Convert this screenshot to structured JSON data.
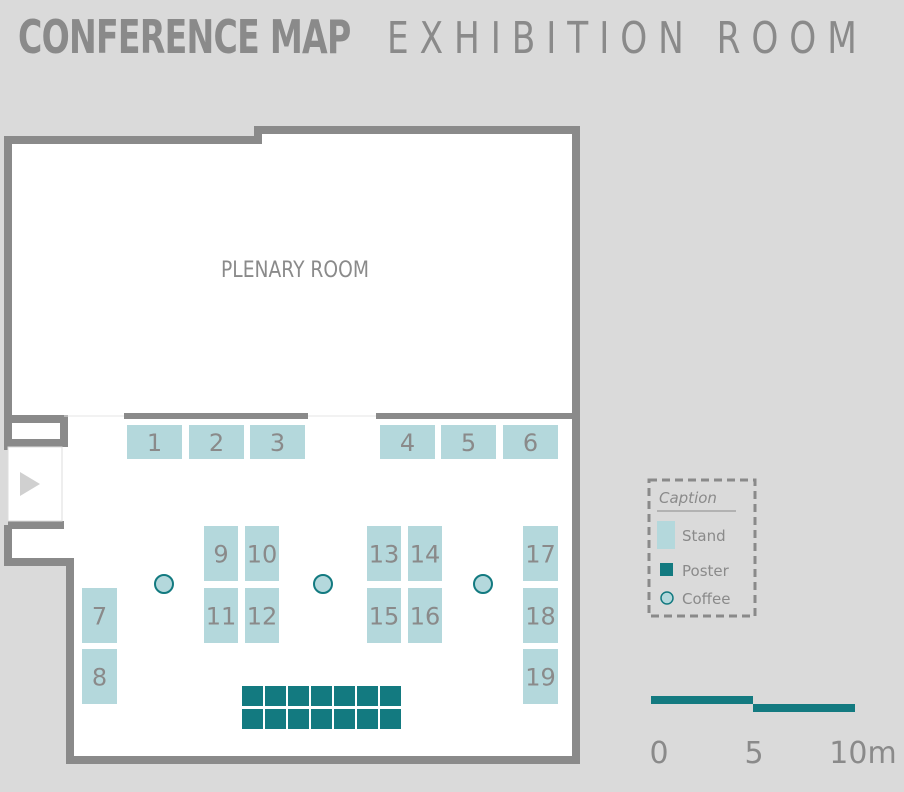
{
  "title": "CONFERENCE MAP",
  "subtitle": "EXHIBITION ROOM",
  "rooms": {
    "plenary": "PLENARY ROOM"
  },
  "stands": [
    "1",
    "2",
    "3",
    "4",
    "5",
    "6",
    "7",
    "8",
    "9",
    "10",
    "11",
    "12",
    "13",
    "14",
    "15",
    "16",
    "17",
    "18",
    "19"
  ],
  "poster_count": 14,
  "coffee_count": 3,
  "legend": {
    "caption": "Caption",
    "items": [
      {
        "label": "Stand",
        "icon": "stand-swatch"
      },
      {
        "label": "Poster",
        "icon": "poster-swatch"
      },
      {
        "label": "Coffee",
        "icon": "coffee-circle"
      }
    ]
  },
  "scale": {
    "labels": [
      "0",
      "5",
      "10m"
    ]
  },
  "colors": {
    "background": "#dadada",
    "wall": "#8a8a8a",
    "stand": "#b4d8dc",
    "poster": "#137a80",
    "coffee_fill": "#b4d8dc",
    "coffee_stroke": "#137a80",
    "text": "#8a8a8a"
  }
}
